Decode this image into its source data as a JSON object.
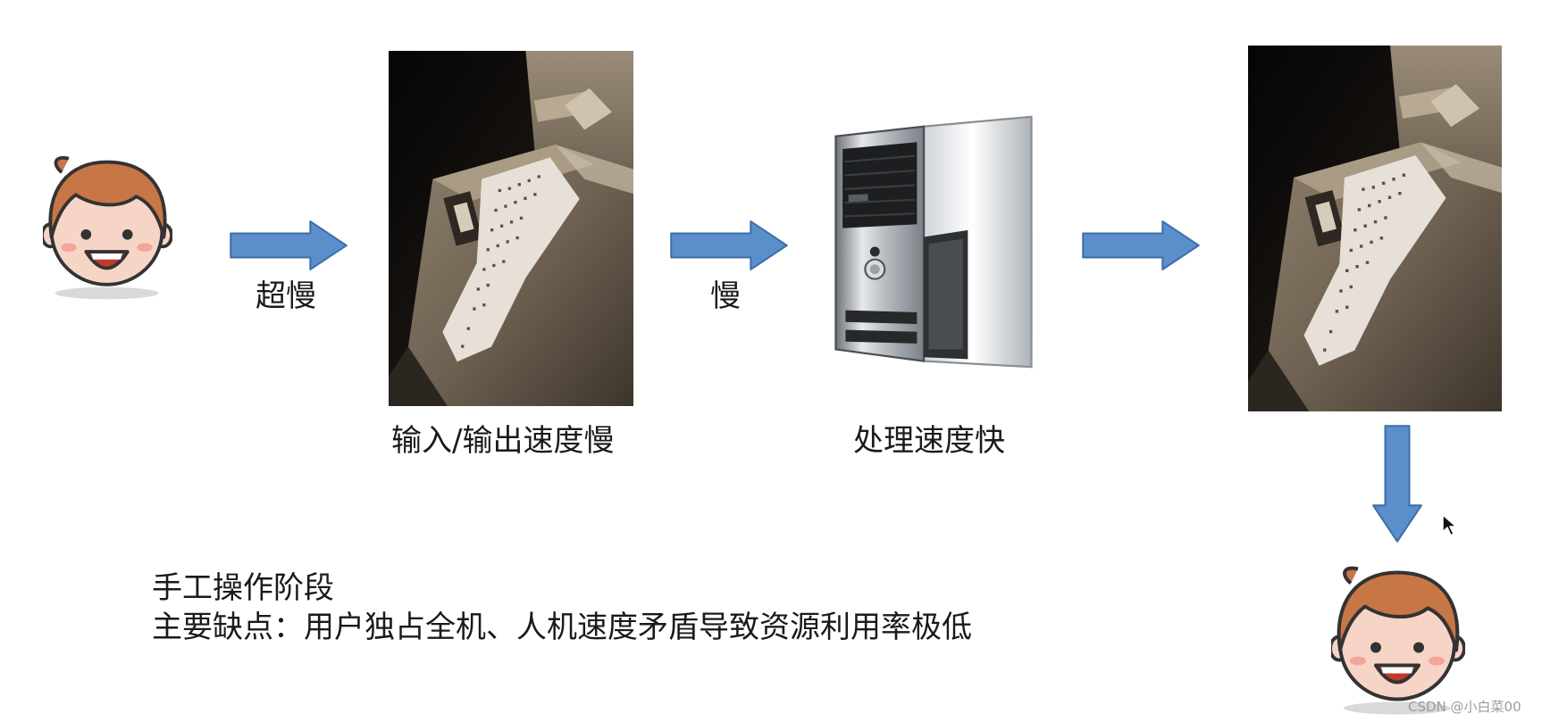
{
  "diagram": {
    "labels": {
      "user_to_io": "超慢",
      "io_caption": "输入/输出速度慢",
      "io_to_cpu": "慢",
      "cpu_caption": "处理速度快"
    },
    "summary": {
      "title": "手工操作阶段",
      "description": "主要缺点：用户独占全机、人机速度矛盾导致资源利用率极低"
    },
    "colors": {
      "arrow": "#5b8fcc",
      "arrow_edge": "#3f6fa8",
      "skin": "#f7d5c6",
      "hair": "#c77645",
      "outline": "#333333"
    }
  },
  "watermark": "CSDN @小白菜00"
}
